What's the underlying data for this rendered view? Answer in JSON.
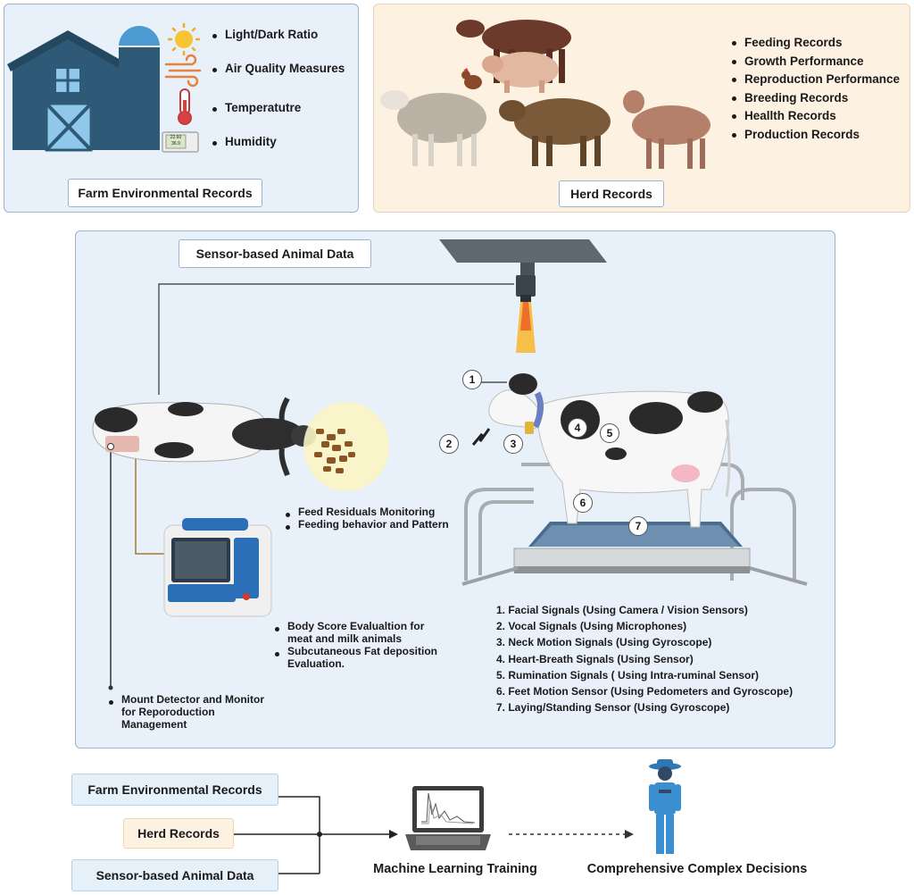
{
  "env_panel": {
    "title": "Farm Environmental Records",
    "items": [
      "Light/Dark Ratio",
      "Air Quality Measures",
      "Temperatutre",
      "Humidity"
    ],
    "icons": [
      "sun-icon",
      "wind-icon",
      "thermometer-icon",
      "hygrometer-icon"
    ],
    "hygrometer_readout": [
      "22.60",
      "36.9"
    ]
  },
  "herd_panel": {
    "title": "Herd Records",
    "items": [
      "Feeding Records",
      "Growth Performance",
      "Reproduction Performance",
      "Breeding Records",
      "Heallth Records",
      "Production Records"
    ]
  },
  "sensor_panel": {
    "title": "Sensor-based Animal Data",
    "feed_notes": [
      "Feed Residuals Monitoring",
      "Feeding behavior and Pattern"
    ],
    "body_notes": [
      "Body Score Evalualtion for meat and milk animals",
      "Subcutaneous Fat deposition Evaluation."
    ],
    "mount_note": "Mount Detector and Monitor for Reporoduction Management",
    "markers": [
      "1",
      "2",
      "3",
      "4",
      "5",
      "6",
      "7"
    ],
    "signals": [
      "1.  Facial Signals (Using Camera / Vision Sensors)",
      "2.  Vocal Signals (Using Microphones)",
      "3.  Neck Motion Signals (Using Gyroscope)",
      "4.  Heart-Breath Signals (Using Sensor)",
      "5.  Rumination Signals ( Using Intra-ruminal Sensor)",
      "6.  Feet Motion Sensor (Using Pedometers and Gyroscope)",
      "7.  Laying/Standing Sensor (Using Gyroscope)"
    ]
  },
  "flow": {
    "inputs": [
      "Farm Environmental Records",
      "Herd Records",
      "Sensor-based Animal Data"
    ],
    "ml_label": "Machine Learning Training",
    "decision_label": "Comprehensive Complex Decisions"
  },
  "colors": {
    "panel_blue": "#e8f1fa",
    "panel_peach": "#fdf1e1",
    "barn": "#2f5a77",
    "flow_blue": "#e6f0f8",
    "flow_peach": "#fdf1e1",
    "farmer": "#3a8fd1"
  }
}
